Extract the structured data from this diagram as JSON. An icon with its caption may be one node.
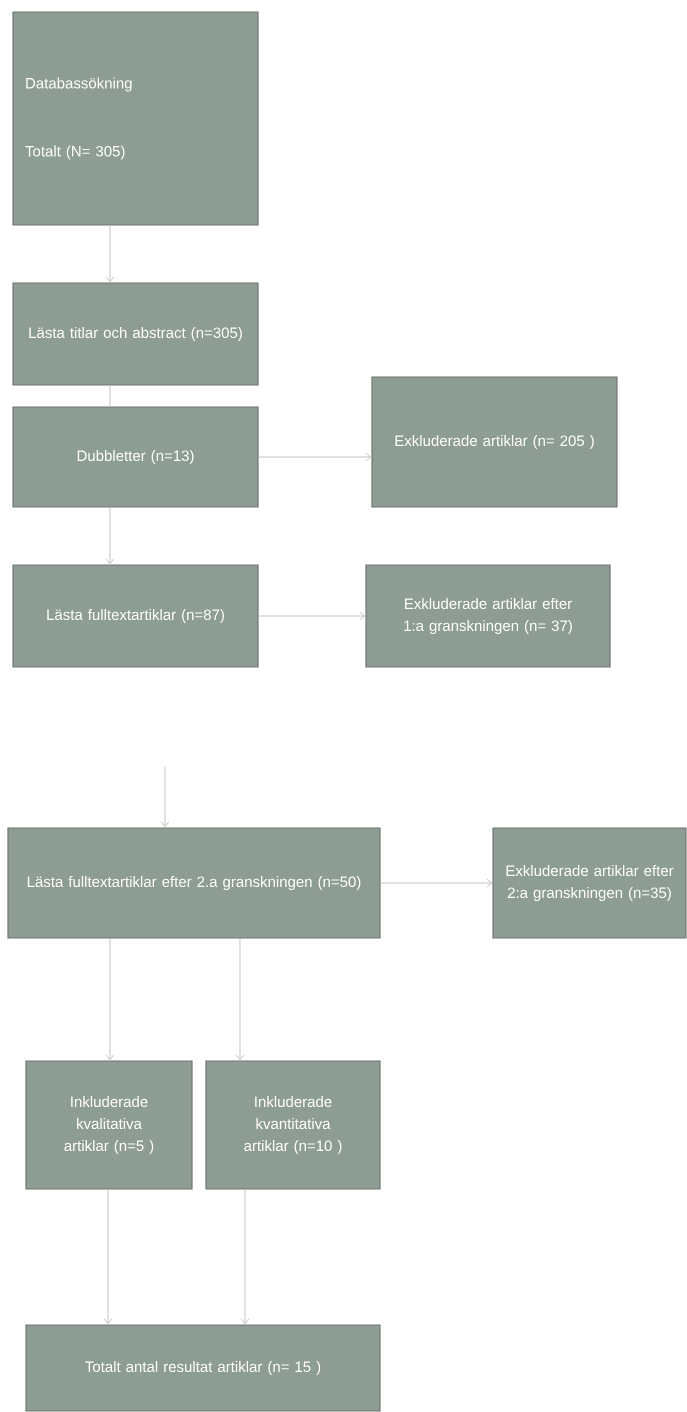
{
  "diagram": {
    "nodes": [
      {
        "text": [
          "Databassökning",
          "Totalt (N= 305)"
        ]
      },
      {
        "text": [
          "Lästa titlar och abstract (n=305)"
        ]
      },
      {
        "text": [
          "Dubbletter (n=13)"
        ]
      },
      {
        "text": [
          "Exkluderade artiklar  (n= 205 )"
        ]
      },
      {
        "text": [
          "Lästa fulltextartiklar (n=87)"
        ]
      },
      {
        "text": [
          "Exkluderade artiklar efter 1:a granskningen (n= 37)"
        ]
      },
      {
        "text": [
          "Lästa fulltextartiklar efter 2.a granskningen (n=50)"
        ]
      },
      {
        "text": [
          "Exkluderade artiklar efter 2:a granskningen (n=35)"
        ]
      },
      {
        "text": [
          "Inkluderade kvalitativa artiklar (n=5 )"
        ]
      },
      {
        "text": [
          "Inkluderade kvantitativa artiklar (n=10 )"
        ]
      },
      {
        "text": [
          "Totalt antal resultat artiklar (n= 15 )"
        ]
      }
    ],
    "edges": [
      {
        "from": 0,
        "to": 1,
        "arrow": "to"
      },
      {
        "from": 1,
        "to": 2,
        "arrow": "none"
      },
      {
        "from": 2,
        "to": 3,
        "arrow": "to"
      },
      {
        "from": 2,
        "to": 4,
        "arrow": "to"
      },
      {
        "from": 4,
        "to": 5,
        "arrow": "to"
      },
      {
        "from": null,
        "to": 6,
        "arrow": "to"
      },
      {
        "from": 6,
        "to": 7,
        "arrow": "to"
      },
      {
        "from": 6,
        "to": 8,
        "arrow": "to"
      },
      {
        "from": 6,
        "to": 9,
        "arrow": "to"
      },
      {
        "from": 8,
        "to": 10,
        "arrow": "to"
      },
      {
        "from": 9,
        "to": 10,
        "arrow": "to"
      }
    ]
  }
}
